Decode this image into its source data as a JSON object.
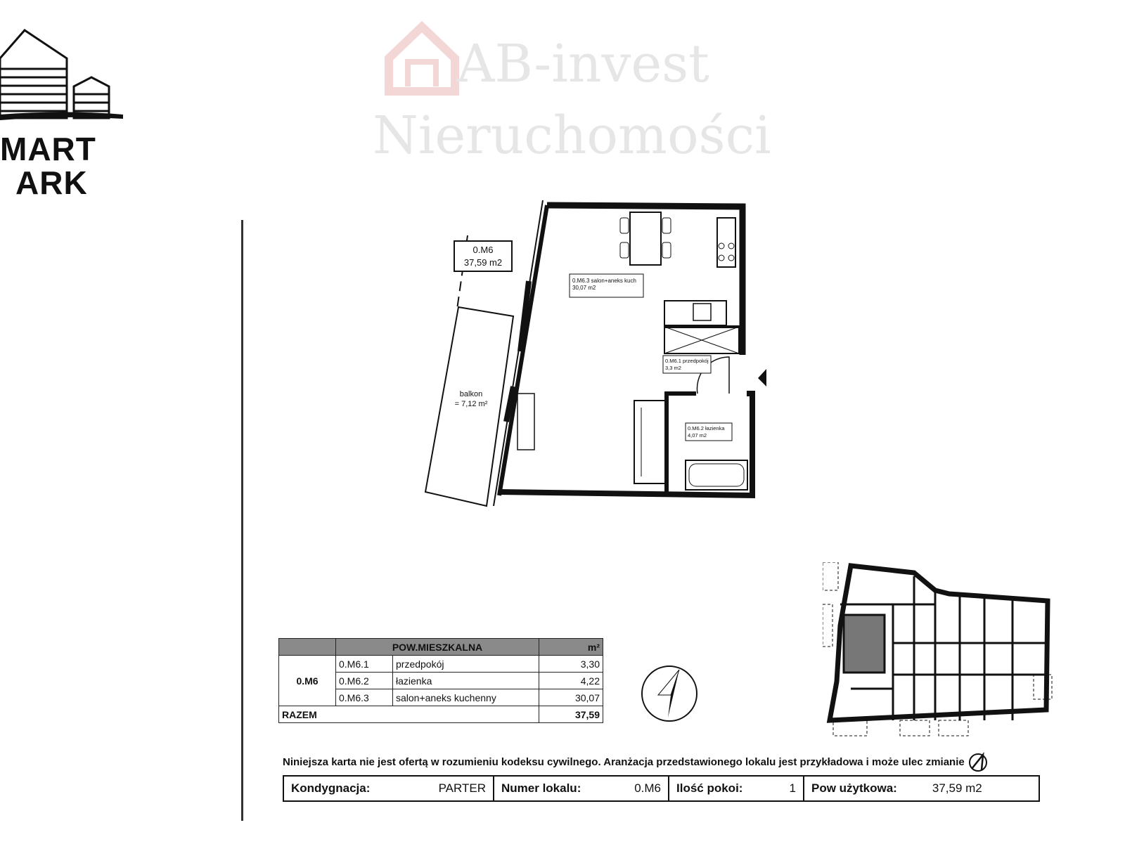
{
  "brand": {
    "logo_line1": "MART",
    "logo_line2": "ARK"
  },
  "watermark": {
    "line1": "AB-invest",
    "line2": "Nieruchomości"
  },
  "plan": {
    "unit_tag_name": "0.M6",
    "unit_tag_area": "37,59 m2",
    "living_label": "0.M6.3 salon+aneks kuch",
    "living_area": "30,07 m2",
    "hall_label": "0.M6.1 przedpokój",
    "hall_area": "3,3 m2",
    "bath_label": "0.M6.2 łazienka",
    "bath_area": "4,07 m2",
    "balcony_label": "balkon",
    "balcony_area": "= 7,12 m²"
  },
  "table": {
    "header_group": "POW.MIESZKALNA",
    "header_unit": "m²",
    "unit_id": "0.M6",
    "rows": [
      {
        "code": "0.M6.1",
        "name": "przedpokój",
        "area": "3,30"
      },
      {
        "code": "0.M6.2",
        "name": "łazienka",
        "area": "4,22"
      },
      {
        "code": "0.M6.3",
        "name": "salon+aneks kuchenny",
        "area": "30,07"
      }
    ],
    "total_label": "RAZEM",
    "total_value": "37,59"
  },
  "disclaimer": "Niniejsza karta nie jest ofertą w rozumieniu kodeksu cywilnego. Aranżacja przedstawionego lokalu jest przykładowa i może ulec zmianie",
  "footer": {
    "floor_label": "Kondygnacja:",
    "floor_value": "PARTER",
    "unit_label": "Numer lokalu:",
    "unit_value": "0.M6",
    "rooms_label": "Ilość pokoi:",
    "rooms_value": "1",
    "area_label": "Pow użytkowa:",
    "area_value": "37,59 m2"
  },
  "icons": {
    "logo": "building-skyline-icon",
    "watermark_logo": "house-icon",
    "compass": "north-arrow-icon",
    "corner": "signature-mark-icon"
  }
}
